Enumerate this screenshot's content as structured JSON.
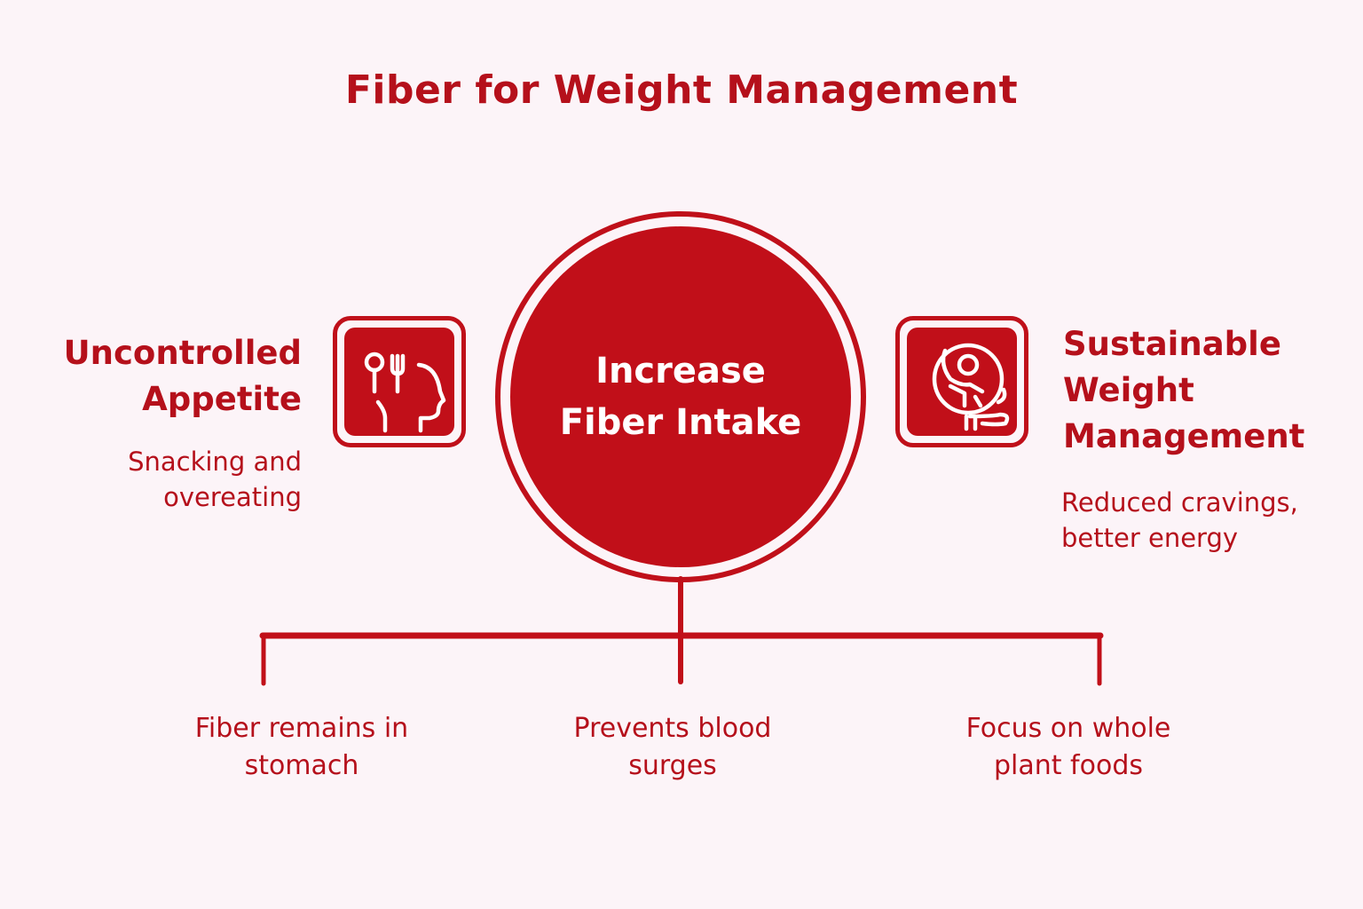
{
  "title": "Fiber for Weight Management",
  "center": {
    "line1": "Increase",
    "line2": "Fiber Intake"
  },
  "left": {
    "icon": "appetite-head-utensils-icon",
    "title_line1": "Uncontrolled",
    "title_line2": "Appetite",
    "subtitle_line1": "Snacking and",
    "subtitle_line2": "overeating"
  },
  "right": {
    "icon": "balanced-person-circle-icon",
    "title_line1": "Sustainable",
    "title_line2": "Weight",
    "title_line3": "Management",
    "subtitle_line1": "Reduced cravings,",
    "subtitle_line2": "better energy"
  },
  "branches": [
    {
      "line1": "Fiber remains in",
      "line2": "stomach"
    },
    {
      "line1": "Prevents blood",
      "line2": "surges"
    },
    {
      "line1": "Focus on whole",
      "line2": "plant foods"
    }
  ],
  "colors": {
    "background": "#fcf4f8",
    "primary": "#c10f19",
    "text": "#b5101b"
  }
}
